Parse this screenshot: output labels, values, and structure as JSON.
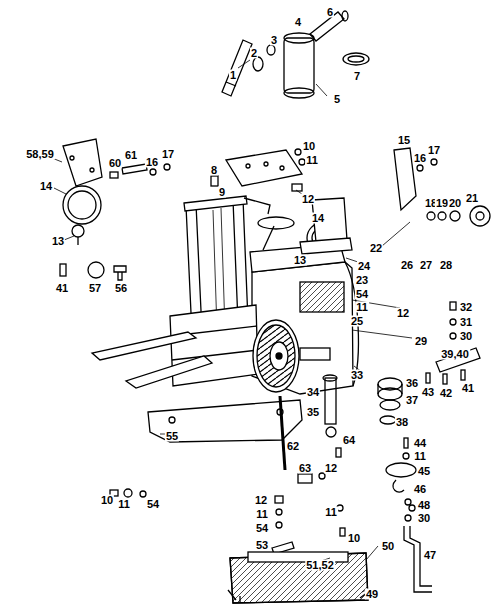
{
  "diagram": {
    "labels": [
      "1",
      "2",
      "3",
      "4",
      "6",
      "7",
      "5",
      "58,59",
      "60",
      "61",
      "16",
      "17",
      "14",
      "13",
      "41",
      "57",
      "56",
      "8",
      "10",
      "11",
      "9",
      "12",
      "14",
      "13",
      "15",
      "16",
      "17",
      "18",
      "19",
      "20",
      "21",
      "22",
      "24",
      "23",
      "54",
      "11",
      "26",
      "27",
      "28",
      "12",
      "25",
      "29",
      "32",
      "31",
      "30",
      "39,40",
      "33",
      "36",
      "37",
      "38",
      "43",
      "42",
      "41",
      "34",
      "35",
      "44",
      "11",
      "45",
      "46",
      "48",
      "30",
      "47",
      "55",
      "10",
      "11",
      "54",
      "62",
      "63",
      "12",
      "64",
      "12",
      "11",
      "54",
      "53",
      "51,52",
      "11",
      "10",
      "50",
      "49"
    ]
  }
}
